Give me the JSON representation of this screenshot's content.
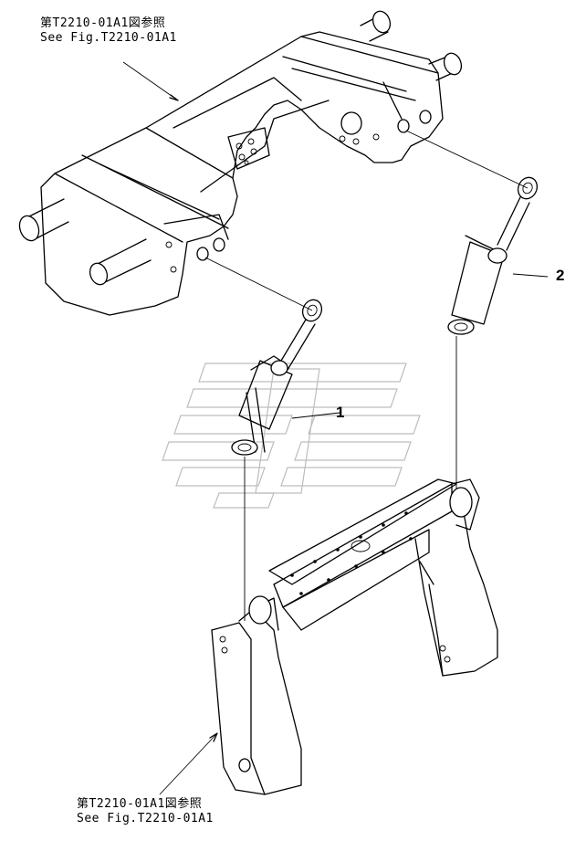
{
  "references": {
    "top": {
      "line1": "第T2210-01A1図参照",
      "line2": "See Fig.T2210-01A1"
    },
    "bottom": {
      "line1": "第T2210-01A1図参照",
      "line2": "See Fig.T2210-01A1"
    }
  },
  "callouts": {
    "part1": "1",
    "part2": "2"
  },
  "colors": {
    "line": "#000000",
    "watermark": "#bdbdbd",
    "background": "#ffffff"
  }
}
